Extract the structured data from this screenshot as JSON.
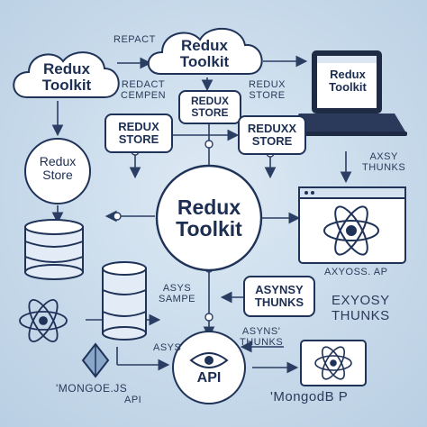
{
  "nodes": {
    "cloud_top": "Redux\nToolkit",
    "cloud_left": "Redux\nToolkit",
    "circle_left": "Redux\nStore",
    "circle_center": "Redux\nToolkit",
    "box_store_small": "REDUX\nSTORE",
    "box_store_left": "REDUX\nSTORE",
    "box_store_right": "REDUXX\nSTORE",
    "laptop_screen": "Redux\nToolkit",
    "box_async": "ASYNSY\nTHUNKS",
    "api_circle": "API"
  },
  "labels": {
    "react": "REPACT",
    "redact_cempen": "REDACT\nCEMPEN",
    "redux_store_caps": "REDUX\nSTORE",
    "axsy_thunks": "AXSY\nTHUNKS",
    "axyoss_ap": "AXYOSS. AP",
    "exyosy_thunks": "EXYOSY\nTHUNKS",
    "asys_sampe": "ASYS\nSAMPE",
    "asyns_thunks": "ASYNS'\nTHUNKS",
    "asys": "ASYS",
    "mongoejs": "'MONGOE.JS",
    "api_small": "API",
    "mongodbp": "'MongodB P"
  }
}
